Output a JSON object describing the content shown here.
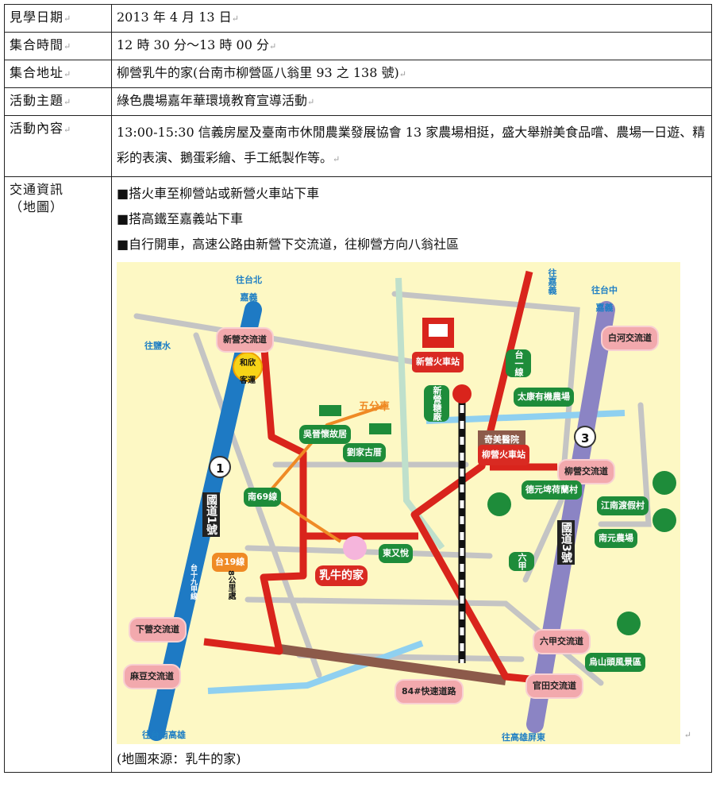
{
  "rows": [
    {
      "label": "見學日期",
      "value": "2013 年 4 月 13 日"
    },
    {
      "label": "集合時間",
      "value": "12 時 30 分～13 時 00 分"
    },
    {
      "label": "集合地址",
      "value": "柳營乳牛的家(台南市柳營區八翁里 93 之 138 號)"
    },
    {
      "label": "活動主題",
      "value": "綠色農場嘉年華環境教育宣導活動"
    },
    {
      "label": "活動內容",
      "value": "13:00-15:30 信義房屋及臺南市休閒農業發展協會 13 家農場相挺，盛大舉辦美食品嚐、農場一日遊、精彩的表演、鵝蛋彩繪、手工紙製作等。"
    }
  ],
  "transport": {
    "label": "交通資訊",
    "label2": "（地圖）",
    "items": [
      "■搭火車至柳營站或新營火車站下車",
      "■搭高鐵至嘉義站下車",
      "■自行開車，高速公路由新營下交流道，往柳營方向八翁社區"
    ],
    "source": "(地圖來源：乳牛的家)"
  },
  "mark": "↵",
  "map": {
    "dir_n1": "往台北",
    "dir_n1b": "嘉義",
    "dir_w": "往鹽水",
    "dir_n2": "往嘉義",
    "dir_n3": "往台中",
    "dir_n3b": "嘉義",
    "dir_s1": "往台南高雄",
    "dir_s3": "往高雄屏東",
    "ic_xinying": "新營交流道",
    "ic_baihe": "白河交流道",
    "ic_liuying": "柳營交流道",
    "ic_xiaying": "下營交流道",
    "ic_madou": "麻豆交流道",
    "ic_liujia": "六甲交流道",
    "ic_guantian": "官田交流道",
    "expressway": "84#快速道路",
    "bus": "和欣",
    "bus2": "客運",
    "station_xy": "新營火車站",
    "station_ly": "柳營火車站",
    "hospital": "奇美醫院",
    "five": "五分車",
    "wu": "吳晉懷故居",
    "liu": "劉家古厝",
    "xyst": "新營糖廠",
    "t1": "台一線",
    "taikang": "太康有機農場",
    "deyuan": "德元埤荷蘭村",
    "jiangnan": "江南渡假村",
    "nanyuan": "南元農場",
    "dongyou": "東又悅",
    "liujia_rd": "六甲",
    "wushantou": "烏山頭風景區",
    "nan69": "南69線",
    "t19": "台19線",
    "t19a": "台十九甲線",
    "km": "8公里處",
    "home": "乳牛的家",
    "hw1": "國道1號",
    "hw3": "國道3號",
    "n1": "1",
    "n3": "3"
  }
}
